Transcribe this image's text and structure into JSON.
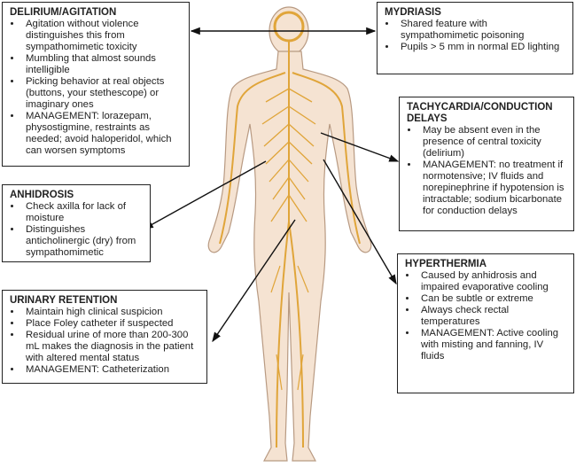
{
  "boxes": {
    "delirium": {
      "title": "DELIRIUM/AGITATION",
      "items": [
        "Agitation without violence distinguishes this from sympathomimetic toxicity",
        "Mumbling that almost sounds intelligible",
        "Picking behavior at real objects (buttons, your stethescope) or imaginary ones",
        "MANAGEMENT: lorazepam, physostigmine, restraints as needed; avoid haloperidol, which can worsen symptoms"
      ]
    },
    "mydriasis": {
      "title": "MYDRIASIS",
      "items": [
        "Shared feature with sympathomimetic poisoning",
        "Pupils > 5 mm in normal ED lighting"
      ]
    },
    "tachycardia": {
      "title": "TACHYCARDIA/CONDUCTION DELAYS",
      "items": [
        "May be absent even in the presence of central toxicity (delirium)",
        "MANAGEMENT: no treatment if normotensive; IV fluids and norepinephrine if hypotension is intractable; sodium bicarbonate for conduction delays"
      ]
    },
    "anhidrosis": {
      "title": "ANHIDROSIS",
      "items": [
        "Check axilla for lack of moisture",
        "Distinguishes anticholinergic (dry) from sympathomimetic"
      ]
    },
    "hyperthermia": {
      "title": "HYPERTHERMIA",
      "items": [
        "Caused by anhidrosis and impaired evaporative cooling",
        "Can be subtle or extreme",
        "Always check rectal temperatures",
        "MANAGEMENT: Active cooling with misting and fanning, IV fluids"
      ]
    },
    "urinary": {
      "title": "URINARY RETENTION",
      "items": [
        "Maintain high clinical suspicion",
        "Place Foley catheter if suspected",
        "Residual urine of more than 200-300 mL makes the diagnosis in the patient with altered mental status",
        "MANAGEMENT: Catheterization"
      ]
    }
  },
  "colors": {
    "skin": "#f5e3d2",
    "outline": "#b89a82",
    "nerve": "#e0a53a"
  }
}
